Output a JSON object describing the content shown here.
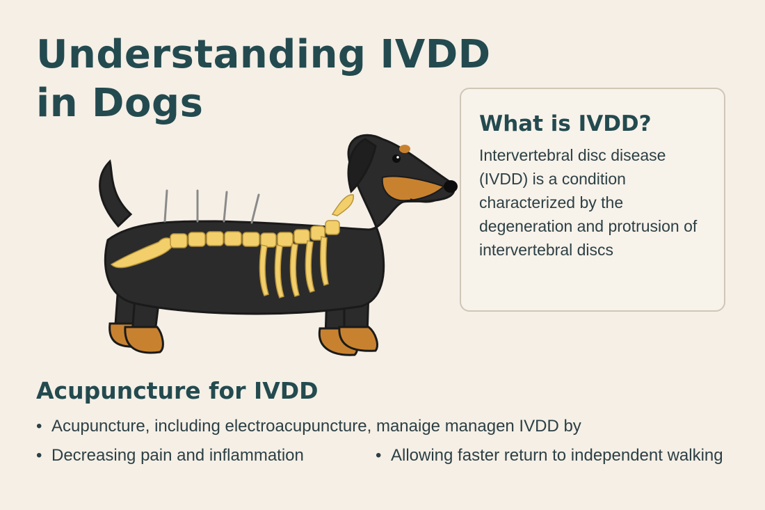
{
  "title": {
    "line1": "Understanding IVDD",
    "line2": "in Dogs"
  },
  "info_card": {
    "heading": "What is IVDD?",
    "body": "Intervertebral disc disease (IVDD) is a condition characterized by the degeneration and protrusion of intervertebral discs"
  },
  "acupuncture": {
    "heading": "Acupuncture for IVDD",
    "bullets": [
      "Acupuncture, including electroacupuncture, manaige managen IVDD by",
      "Decreasing pain and inflammation",
      "Allowing faster return to independent walking"
    ],
    "bullet_glyph": "•"
  },
  "illustration": {
    "subject": "dachshund with highlighted spine and acupuncture needles",
    "icon": "dachshund-spine-illustration",
    "colors": {
      "body": "#2b2b2c",
      "tan": "#c8822f",
      "spine": "#f2cf6a",
      "needle": "#8a8a8a"
    },
    "needle_count": 4
  },
  "colors": {
    "background": "#f5efe6",
    "heading": "#234a4f",
    "body_text": "#2c3f44",
    "card_border": "#cfc6b7"
  }
}
